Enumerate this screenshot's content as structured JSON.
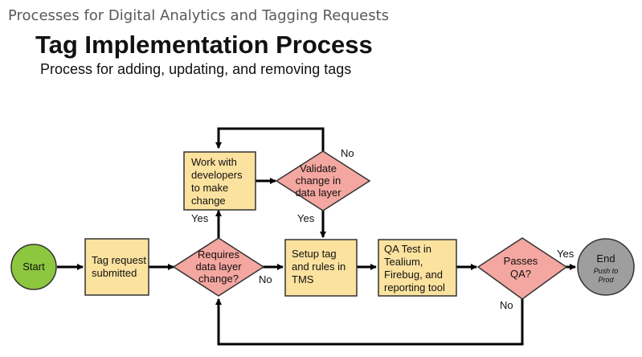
{
  "header": {
    "section_title": "Processes for Digital Analytics and Tagging Requests",
    "title": "Tag Implementation Process",
    "subtitle": "Process for adding, updating, and removing tags"
  },
  "colors": {
    "start": "#8dc63f",
    "process": "#fbe29f",
    "decision": "#f4a6a0",
    "end": "#9e9e9e"
  },
  "nodes": {
    "start": "Start",
    "tag_request": [
      "Tag request",
      "submitted"
    ],
    "requires_change": [
      "Requires",
      "data layer",
      "change?"
    ],
    "work_with_devs": [
      "Work with",
      "developers",
      "to make",
      "change"
    ],
    "validate": [
      "Validate",
      "change in",
      "data layer"
    ],
    "setup_tag": [
      "Setup tag",
      "and rules in",
      "TMS"
    ],
    "qa_test": [
      "QA Test in",
      "Tealium,",
      "Firebug, and",
      "reporting tool"
    ],
    "passes_qa": [
      "Passes",
      "QA?"
    ],
    "end": "End",
    "end_sub": [
      "Push to",
      "Prod"
    ]
  },
  "edge_labels": {
    "requires_yes": "Yes",
    "requires_no": "No",
    "validate_yes": "Yes",
    "validate_no": "No",
    "passes_yes": "Yes",
    "passes_no": "No"
  }
}
